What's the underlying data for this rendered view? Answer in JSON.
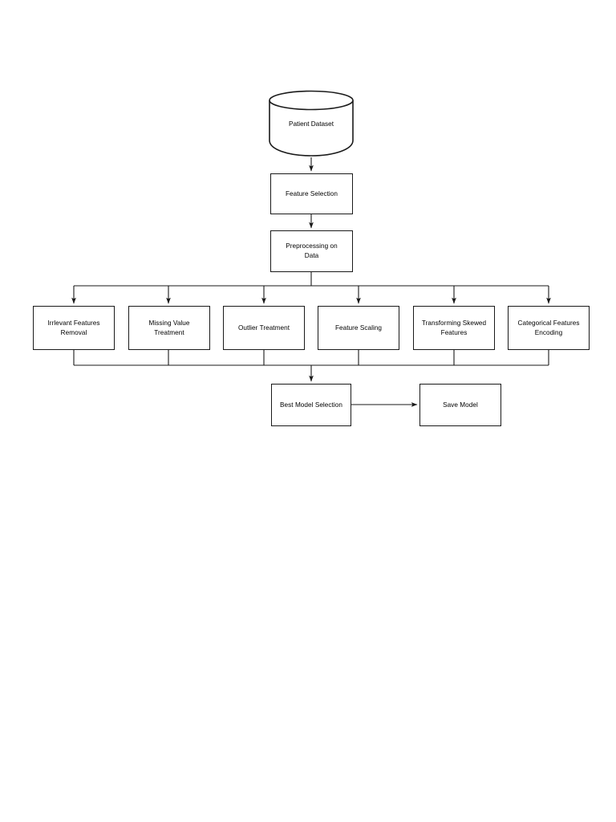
{
  "diagram": {
    "title": "Machine learning pipeline flowchart",
    "background_color": "#ffffff",
    "stroke_color": "#1a1a1a",
    "nodes": {
      "datastore": {
        "label": "Patient Dataset",
        "shape": "cylinder"
      },
      "feature_selection": {
        "label": "Feature Selection",
        "shape": "rectangle"
      },
      "preprocessing": {
        "label": "Preprocessing on\nData",
        "shape": "rectangle"
      },
      "best_model": {
        "label": "Best Model Selection",
        "shape": "rectangle"
      },
      "save_model": {
        "label": "Save Model",
        "shape": "rectangle"
      }
    },
    "preprocessing_steps": [
      {
        "label": "Irrlevant Features\nRemoval"
      },
      {
        "label": "Missing Value\nTreatment"
      },
      {
        "label": "Outlier Treatment"
      },
      {
        "label": "Feature Scaling"
      },
      {
        "label": "Transforming Skewed\nFeatures"
      },
      {
        "label": "Categorical Features\nEncoding"
      }
    ]
  }
}
